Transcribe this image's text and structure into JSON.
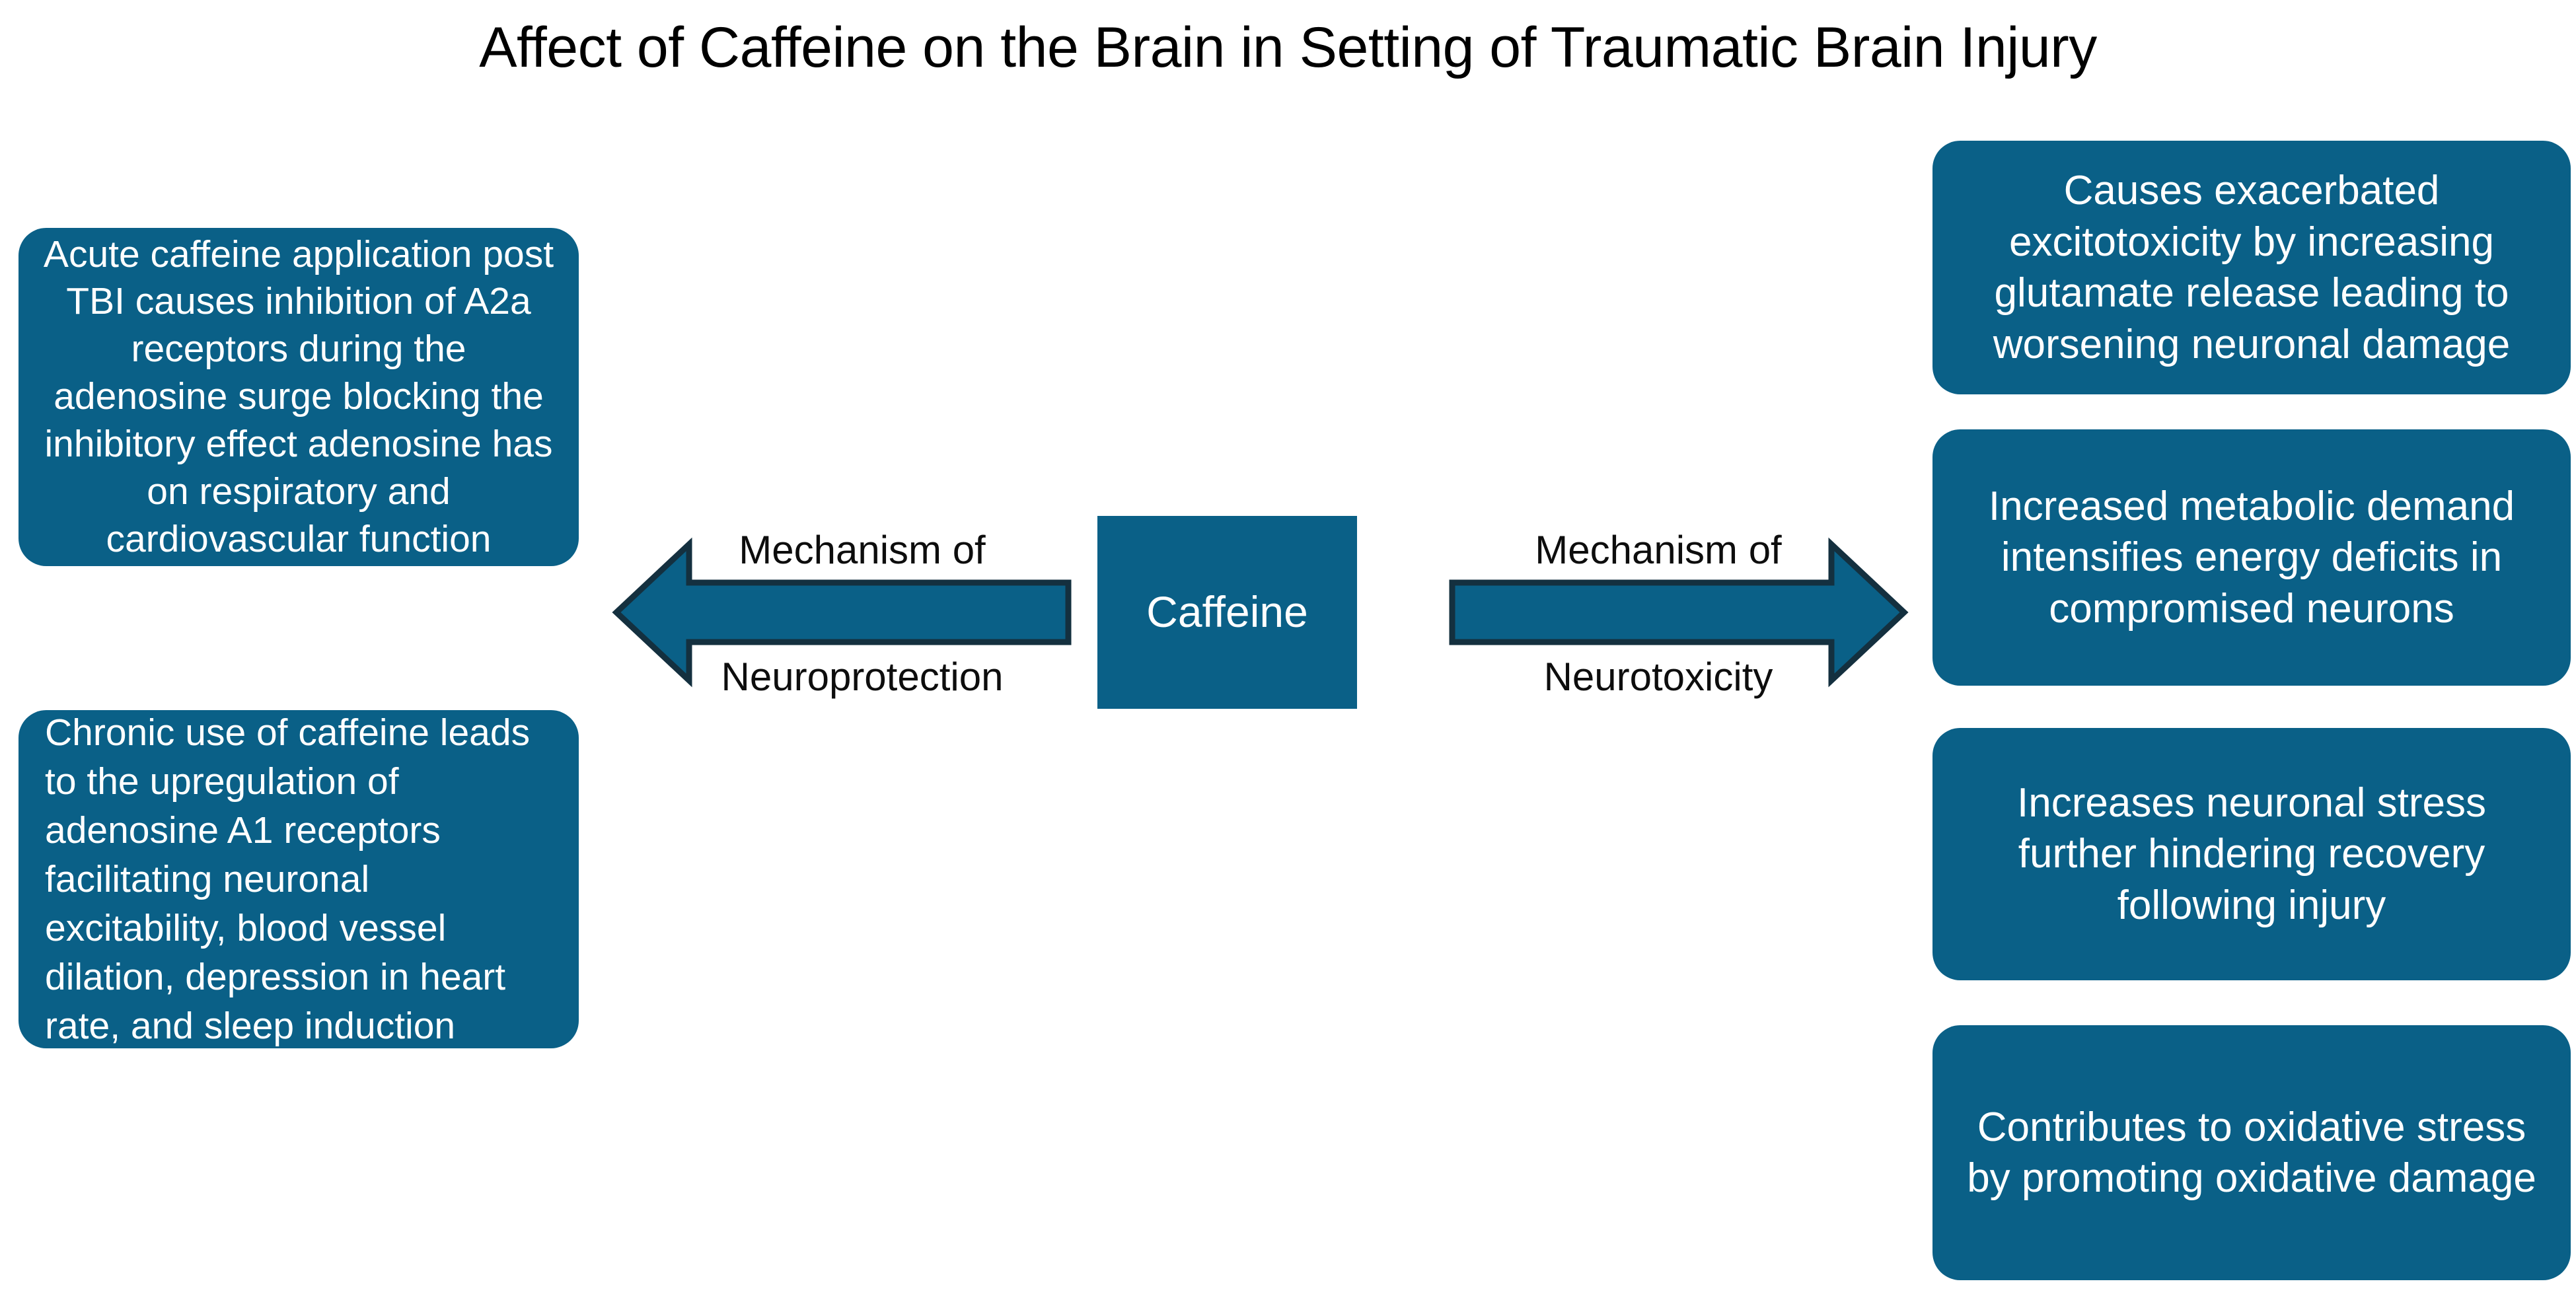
{
  "page": {
    "title": "Affect of Caffeine on the Brain in Setting of Traumatic Brain Injury",
    "background_color": "#ffffff"
  },
  "colors": {
    "card_fill": "#0a6087",
    "card_text": "#ffffff",
    "arrow_fill": "#0a6087",
    "arrow_outline": "#14303f",
    "title_text": "#000000",
    "label_text": "#0d0d0d"
  },
  "center": {
    "label": "Caffeine"
  },
  "arrows": {
    "left": {
      "direction": "left",
      "label_line1": "Mechanism of",
      "label_line2": "Neuroprotection"
    },
    "right": {
      "direction": "right",
      "label_line1": "Mechanism of",
      "label_line2": "Neurotoxicity"
    }
  },
  "left_cards": [
    {
      "id": "acute-caffeine",
      "text": "Acute caffeine application post TBI causes inhibition of A2a receptors during the adenosine surge blocking the inhibitory effect adenosine has on respiratory and cardiovascular function"
    },
    {
      "id": "chronic-caffeine",
      "text": "Chronic use of caffeine leads to the upregulation of adenosine A1 receptors facilitating neuronal excitability, blood vessel dilation, depression in heart rate, and sleep induction"
    }
  ],
  "right_cards": [
    {
      "id": "excitotoxicity",
      "text": "Causes exacerbated excitotoxicity by increasing glutamate release leading to worsening neuronal damage"
    },
    {
      "id": "metabolic-demand",
      "text": "Increased metabolic demand intensifies energy deficits in compromised neurons"
    },
    {
      "id": "neuronal-stress",
      "text": "Increases neuronal stress further hindering recovery following injury"
    },
    {
      "id": "oxidative-stress",
      "text": "Contributes to oxidative stress by promoting oxidative damage"
    }
  ]
}
